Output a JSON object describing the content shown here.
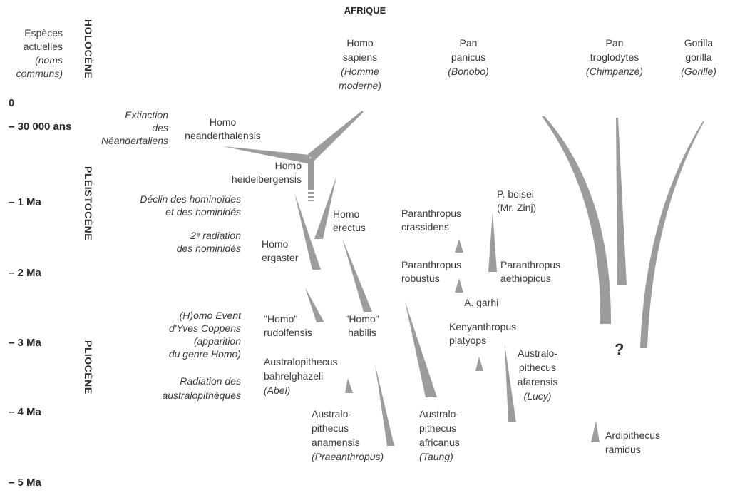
{
  "title": "AFRIQUE",
  "header_note": [
    "Espèces",
    "actuelles",
    "(noms",
    "communs)"
  ],
  "epochs": {
    "holocene": "HOLOCÈNE",
    "pleistocene": "PLÉISTOCÈNE",
    "pliocene": "PLIOCÈNE"
  },
  "time_scale": [
    "0",
    "– 30 000 ans",
    "– 1 Ma",
    "– 2 Ma",
    "– 3 Ma",
    "– 4 Ma",
    "– 5 Ma"
  ],
  "events": {
    "neanderthal_extinction": [
      "Extinction",
      "des",
      "Néandertaliens"
    ],
    "decline": [
      "Déclin des hominoïdes",
      "et des hominidés"
    ],
    "second_radiation": [
      "2ᵉ radiation",
      "des hominidés"
    ],
    "homo_event": [
      "(H)omo Event",
      "d'Yves Coppens",
      "(apparition",
      "du genre Homo)"
    ],
    "australopith_radiation": [
      "Radiation des",
      "australopithèques"
    ]
  },
  "species": {
    "homo_sapiens": {
      "name": [
        "Homo",
        "sapiens"
      ],
      "common": [
        "(Homme",
        "moderne)"
      ]
    },
    "pan_panicus": {
      "name": [
        "Pan",
        "panicus"
      ],
      "common": [
        "(Bonobo)"
      ]
    },
    "pan_troglodytes": {
      "name": [
        "Pan",
        "troglodytes"
      ],
      "common": [
        "(Chimpanzé)"
      ]
    },
    "gorilla_gorilla": {
      "name": [
        "Gorilla",
        "gorilla"
      ],
      "common": [
        "(Gorille)"
      ]
    },
    "homo_neanderthalensis": {
      "name": [
        "Homo",
        "neanderthalensis"
      ]
    },
    "homo_heidelbergensis": {
      "name": [
        "Homo",
        "heidelbergensis"
      ]
    },
    "homo_erectus": {
      "name": [
        "Homo",
        "erectus"
      ]
    },
    "homo_ergaster": {
      "name": [
        "Homo",
        "ergaster"
      ]
    },
    "p_boisei": {
      "name": [
        "P. boisei",
        "(Mr. Zinj)"
      ]
    },
    "paranthropus_crassidens": {
      "name": [
        "Paranthropus",
        "crassidens"
      ]
    },
    "paranthropus_robustus": {
      "name": [
        "Paranthropus",
        "robustus"
      ]
    },
    "paranthropus_aethiopicus": {
      "name": [
        "Paranthropus",
        "aethiopicus"
      ]
    },
    "a_garhi": {
      "name": [
        "A. garhi"
      ]
    },
    "homo_rudolfensis": {
      "name": [
        "\"Homo\"",
        "rudolfensis"
      ]
    },
    "homo_habilis": {
      "name": [
        "\"Homo\"",
        "habilis"
      ]
    },
    "kenyanthropus_platyops": {
      "name": [
        "Kenyanthropus",
        "platyops"
      ]
    },
    "australopithecus_bahrelghazeli": {
      "name": [
        "Australopithecus",
        "bahrelghazeli"
      ],
      "common": [
        "(Abel)"
      ]
    },
    "australopithecus_afarensis": {
      "name": [
        "Australo-",
        "pithecus",
        "afarensis"
      ],
      "common": [
        "(Lucy)"
      ]
    },
    "australopithecus_anamensis": {
      "name": [
        "Australo-",
        "pithecus",
        "anamensis"
      ],
      "common": [
        "(Praeanthropus)"
      ]
    },
    "australopithecus_africanus": {
      "name": [
        "Australo-",
        "pithecus",
        "africanus"
      ],
      "common": [
        "(Taung)"
      ]
    },
    "ardipithecus_ramidus": {
      "name": [
        "Ardipithecus",
        "ramidus"
      ]
    }
  },
  "unknown_marker": "?",
  "colors": {
    "branch": "#9c9c9c",
    "text": "#3a3a3a"
  }
}
